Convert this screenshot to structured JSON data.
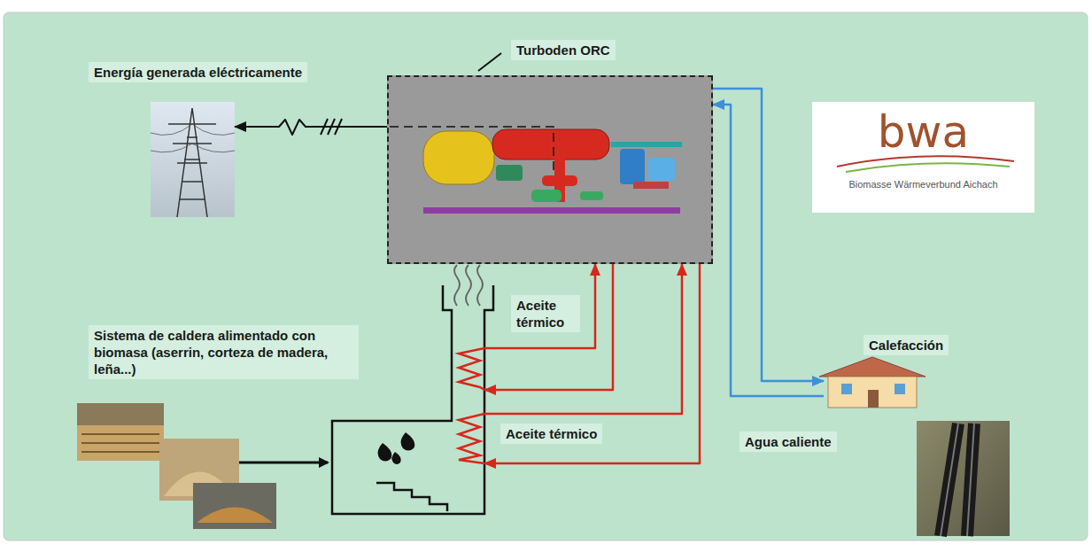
{
  "diagram": {
    "nodes": [
      {
        "text": [
          "Turboden ORC"
        ]
      },
      {
        "text": [
          "Energía generada eléctricamente"
        ]
      },
      {
        "text": [
          "Sistema de caldera alimentado con biomasa (aserrin, corteza de madera, leña...)"
        ]
      },
      {
        "text": [
          "Calefacción"
        ]
      },
      {
        "text": [
          "bwa",
          "Biomasse Wärmeverbund Aichach"
        ]
      }
    ],
    "edges": [
      {
        "from": 0,
        "to": 1,
        "arrow": "to"
      },
      {
        "from": 2,
        "to": 0,
        "arrow": "to"
      },
      {
        "from": 0,
        "to": 2,
        "arrow": "to"
      },
      {
        "from": 2,
        "to": 0,
        "arrow": "to"
      },
      {
        "from": 0,
        "to": 2,
        "arrow": "to"
      },
      {
        "from": 0,
        "to": 3,
        "arrow": "to"
      },
      {
        "from": 3,
        "to": 0,
        "arrow": "to"
      }
    ],
    "labels": [
      "Aceite térmico",
      "Aceite térmico",
      "Agua caliente"
    ]
  }
}
